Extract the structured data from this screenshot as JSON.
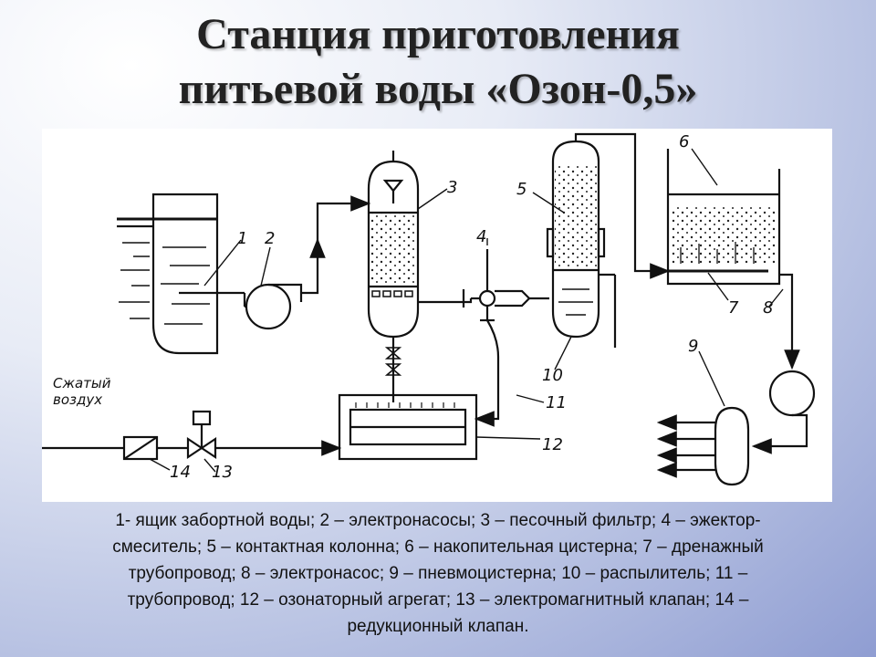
{
  "title": {
    "line1": "Станция приготовления",
    "line2": "питьевой воды «Озон-0,5»"
  },
  "diagram": {
    "labels": {
      "n1": "1",
      "n2": "2",
      "n3": "3",
      "n4": "4",
      "n5": "5",
      "n6": "6",
      "n7": "7",
      "n8": "8",
      "n9": "9",
      "n10": "10",
      "n11": "11",
      "n12": "12",
      "n13": "13",
      "n14": "14",
      "air_line1": "Сжатый",
      "air_line2": "воздух"
    }
  },
  "caption": {
    "line1": "1- ящик забортной воды; 2 – электронасосы; 3 – песочный фильтр; 4 – эжектор-",
    "line2": "смеситель; 5 – контактная колонна; 6 – накопительная цистерна; 7 – дренажный",
    "line3": "трубопровод; 8 – электронасос; 9 – пневмоцистерна; 10 – распылитель; 11 –",
    "line4": "трубопровод; 12 – озонаторный агрегат; 13 – электромагнитный клапан; 14 –",
    "line5": "редукционный клапан."
  }
}
